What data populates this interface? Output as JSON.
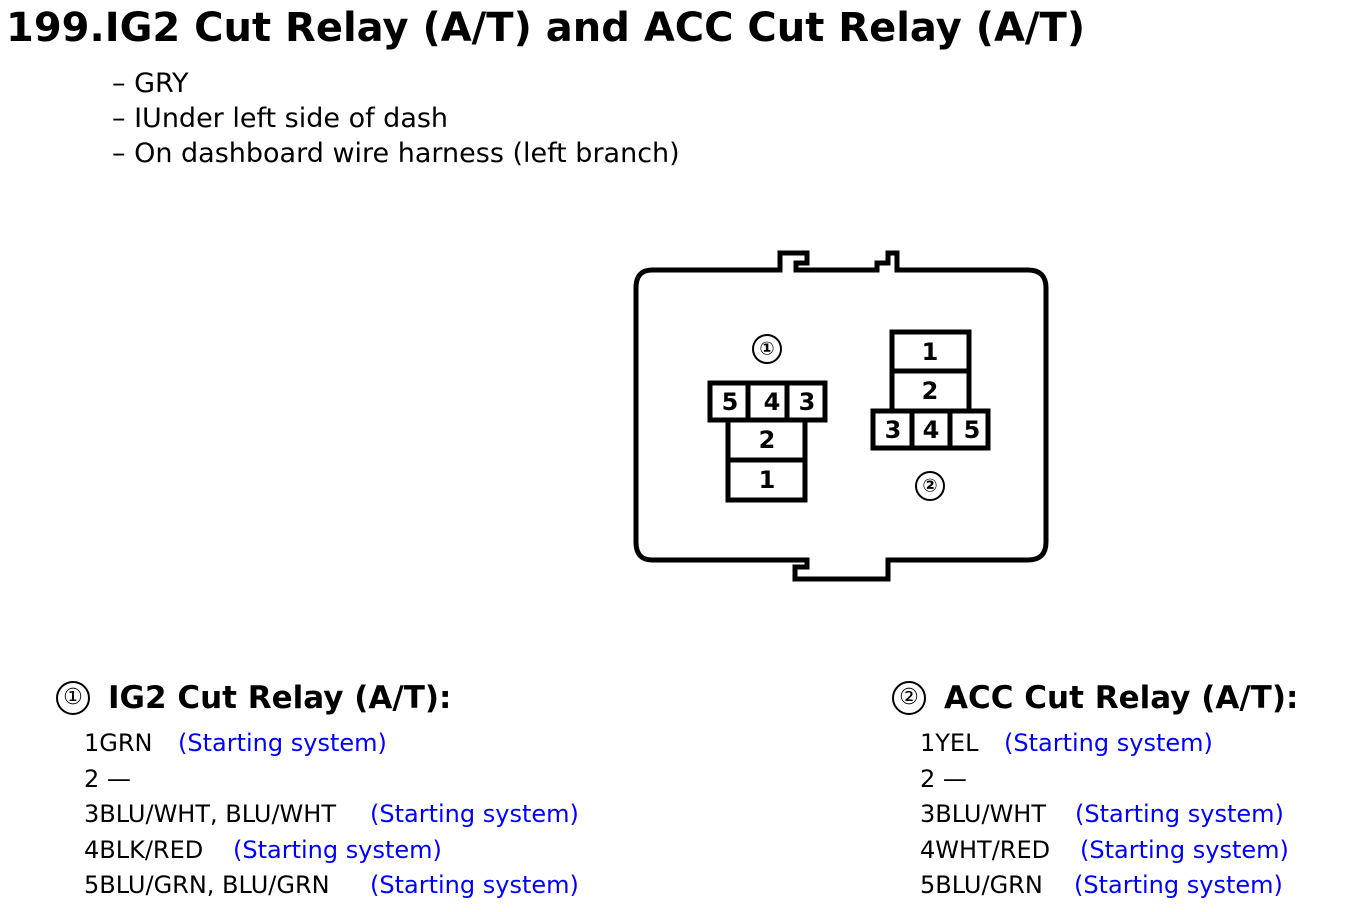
{
  "title": "199.IG2 Cut Relay (A/T) and ACC Cut Relay (A/T)",
  "info": [
    "GRY",
    "IUnder left side of dash",
    "On dashboard wire harness (left branch)"
  ],
  "diagram": {
    "connector1": {
      "marker": "①",
      "top_row": [
        "5",
        "4",
        "3"
      ],
      "middle": "2",
      "bottom": "1"
    },
    "connector2": {
      "marker": "②",
      "top": "1",
      "middle": "2",
      "bottom_row": [
        "3",
        "4",
        "5"
      ]
    }
  },
  "relays": [
    {
      "marker": "①",
      "label": "IG2 Cut Relay (A/T):",
      "pins": [
        {
          "wire": "1GRN",
          "system": "(Starting system)"
        },
        {
          "wire": "2 —",
          "system": ""
        },
        {
          "wire": "3BLU/WHT, BLU/WHT",
          "system": "(Starting system)"
        },
        {
          "wire": "4BLK/RED",
          "system": "(Starting system)"
        },
        {
          "wire": "5BLU/GRN, BLU/GRN",
          "system": "(Starting system)"
        }
      ]
    },
    {
      "marker": "②",
      "label": "ACC Cut Relay (A/T):",
      "pins": [
        {
          "wire": "1YEL",
          "system": "(Starting system)"
        },
        {
          "wire": "2 —",
          "system": ""
        },
        {
          "wire": "3BLU/WHT",
          "system": "(Starting system)"
        },
        {
          "wire": "4WHT/RED",
          "system": "(Starting system)"
        },
        {
          "wire": "5BLU/GRN",
          "system": "(Starting system)"
        }
      ]
    }
  ],
  "colors": {
    "text": "#000000",
    "system_link": "#0000ff",
    "background": "#ffffff"
  }
}
